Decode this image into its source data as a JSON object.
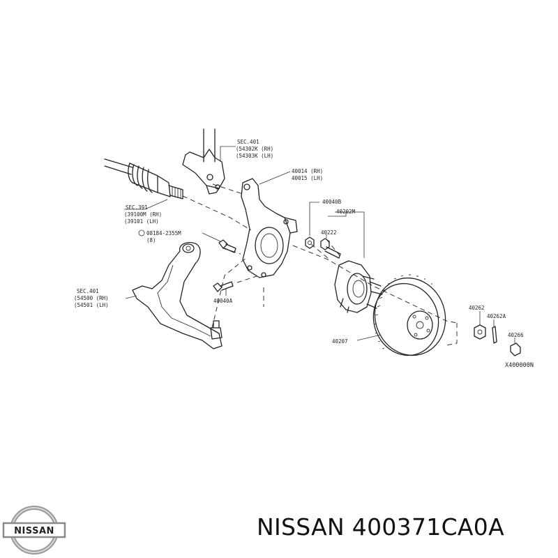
{
  "labels": {
    "sec401_top": "SEC.401",
    "p54302K": "(54302K (RH)",
    "p54303K": "(54303K (LH)",
    "p40014": "40014 (RH)",
    "p40015": "40015 (LH)",
    "sec391": "SEC.391",
    "p39100M": "(39100M (RH)",
    "p39101": "(39101  (LH)",
    "p08184": "08184-2355M",
    "p08184_qty": "(8)",
    "p40040B": "40040B",
    "p40202M": "40202M",
    "p40222": "40222",
    "sec401_arm": "SEC.401",
    "p54500": "(54500 (RH)",
    "p54501": "(54501 (LH)",
    "p40040A": "40040A",
    "p40207": "40207",
    "p40262": "40262",
    "p40262A": "40262A",
    "p40266": "40266",
    "diagram_code": "X400000N"
  },
  "footer": {
    "brand": "NISSAN",
    "part_number": "400371CA0A",
    "logo_text": "NISSAN"
  }
}
